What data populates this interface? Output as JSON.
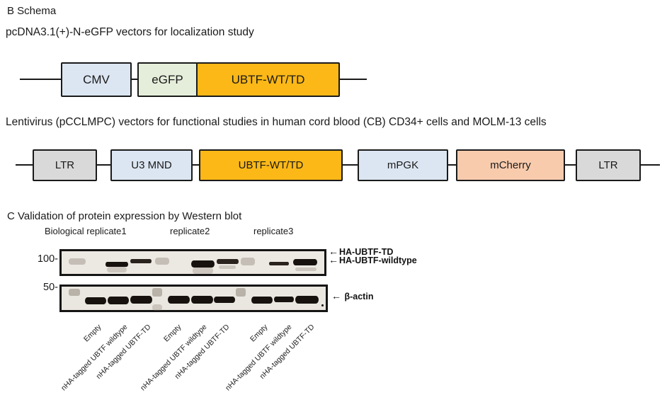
{
  "panelB": {
    "label": "B Schema",
    "construct1": {
      "title": "pcDNA3.1(+)-N-eGFP vectors for localization study",
      "boxes": [
        {
          "name": "CMV",
          "label": "CMV",
          "color": "#dce6f2"
        },
        {
          "name": "eGFP",
          "label": "eGFP",
          "color": "#e5eeda"
        },
        {
          "name": "UBTF-WT/TD",
          "label": "UBTF-WT/TD",
          "color": "#fcb817"
        }
      ]
    },
    "construct2": {
      "title": "Lentivirus (pCCLMPC) vectors for functional studies in human cord blood (CB) CD34+ cells and MOLM-13 cells",
      "boxes": [
        {
          "name": "LTR",
          "label": "LTR",
          "color": "#d9d9d9"
        },
        {
          "name": "U3 MND",
          "label": "U3 MND",
          "color": "#dce6f2"
        },
        {
          "name": "UBTF-WT/TD",
          "label": "UBTF-WT/TD",
          "color": "#fcb817"
        },
        {
          "name": "mPGK",
          "label": "mPGK",
          "color": "#dce6f2"
        },
        {
          "name": "mCherry",
          "label": "mCherry",
          "color": "#f8cbad"
        },
        {
          "name": "LTR",
          "label": "LTR",
          "color": "#d9d9d9"
        }
      ]
    }
  },
  "panelC": {
    "label": "C Validation of protein expression by Western blot",
    "column_headers": [
      "Biological replicate1",
      "replicate2",
      "replicate3"
    ],
    "markers": {
      "m100": "100-",
      "m50": "50-"
    },
    "arrow_char": "←",
    "blot1_labels": {
      "top": "HA-UBTF-TD",
      "bottom": "HA-UBTF-wildtype"
    },
    "blot2_label": "β-actin",
    "lane_labels": [
      "Empty",
      "nHA-tagged UBTF wildtype",
      "nHA-tagged UBTF-TD"
    ]
  }
}
